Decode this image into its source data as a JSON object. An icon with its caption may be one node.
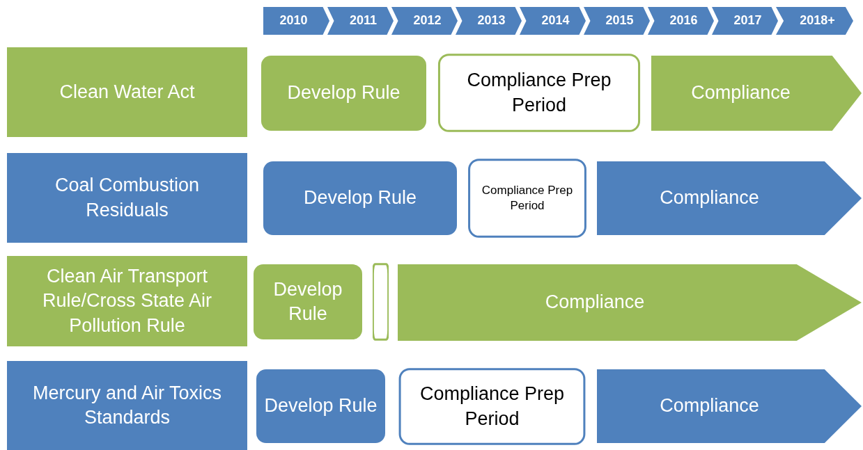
{
  "diagram": {
    "nodes": [
      {
        "text": [
          "2010"
        ]
      },
      {
        "text": [
          "2011"
        ]
      },
      {
        "text": [
          "2012"
        ]
      },
      {
        "text": [
          "2013"
        ]
      },
      {
        "text": [
          "2014"
        ]
      },
      {
        "text": [
          "2015"
        ]
      },
      {
        "text": [
          "2016"
        ]
      },
      {
        "text": [
          "2017"
        ]
      },
      {
        "text": [
          "2018+"
        ]
      },
      {
        "text": [
          "Clean Water Act"
        ]
      },
      {
        "text": [
          "Develop Rule"
        ]
      },
      {
        "text": [
          "Compliance Prep Period"
        ]
      },
      {
        "text": [
          "Compliance"
        ]
      },
      {
        "text": [
          "Coal Combustion Residuals"
        ]
      },
      {
        "text": [
          "Develop Rule"
        ]
      },
      {
        "text": [
          "Compliance Prep Period"
        ]
      },
      {
        "text": [
          "Compliance"
        ]
      },
      {
        "text": [
          "Clean Air Transport Rule/Cross State Air Pollution Rule"
        ]
      },
      {
        "text": [
          "Develop Rule"
        ]
      },
      {
        "text": [],
        "shape": "box"
      },
      {
        "text": [
          "Compliance"
        ]
      },
      {
        "text": [
          "Mercury and Air Toxics Standards"
        ]
      },
      {
        "text": [
          "Develop Rule"
        ]
      },
      {
        "text": [
          "Compliance Prep Period"
        ]
      },
      {
        "text": [
          "Compliance"
        ]
      }
    ]
  }
}
